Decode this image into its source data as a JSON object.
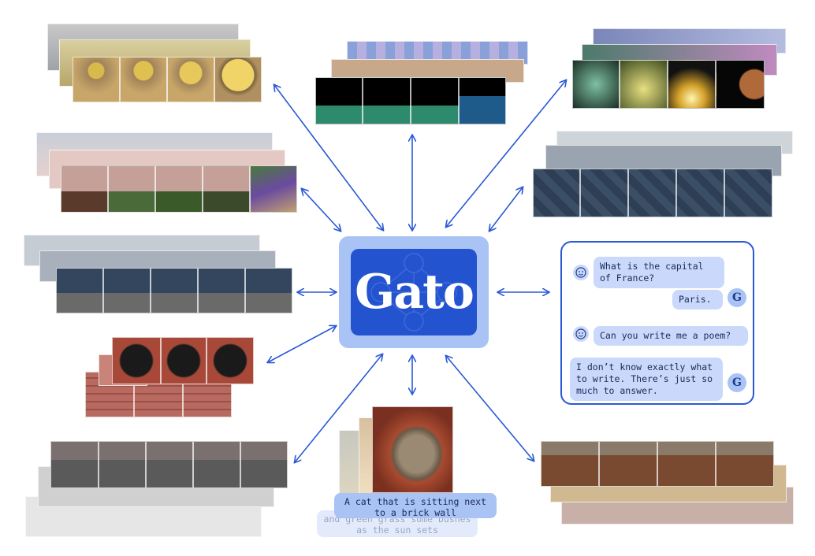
{
  "hub": {
    "title": "Gato"
  },
  "chat": {
    "q1": "What is the capital of France?",
    "a1": "Paris.",
    "q2": "Can you write me a poem?",
    "a2": "I don’t know exactly what to write. There’s just so much to answer.",
    "badge": "G"
  },
  "caption": {
    "main": "A cat that is sitting next to a brick wall",
    "behind": "and green grass some bushes as the sun sets"
  },
  "colors": {
    "arrow": "#2a59d6",
    "hub_outer": "#a9c3f5",
    "hub_inner": "#2453d0",
    "bubble": "#c9d8fb"
  },
  "icons": [
    "user-face-icon",
    "gato-badge-icon",
    "double-arrow-icon"
  ]
}
